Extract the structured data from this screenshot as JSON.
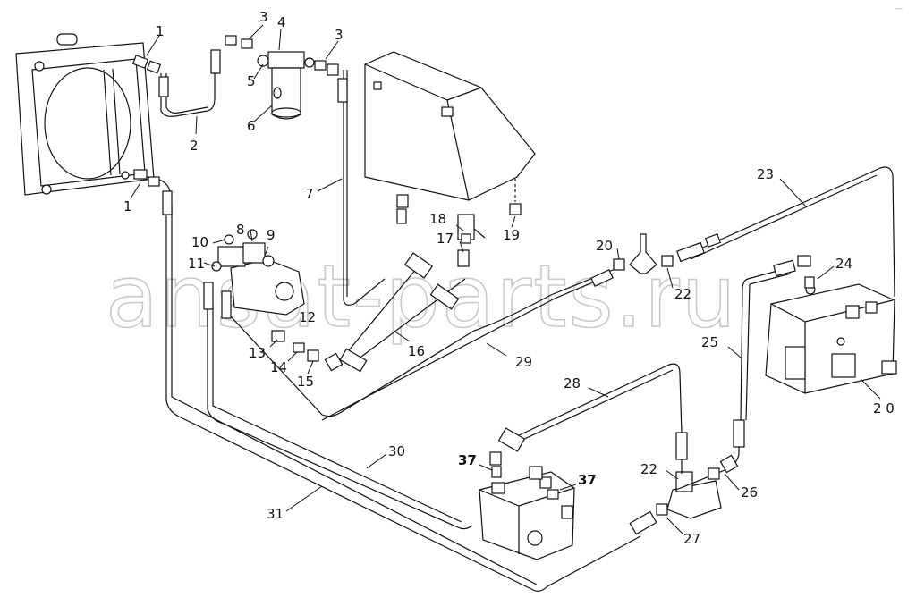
{
  "watermark": "ansat-parts.ru",
  "corner_mark": "—",
  "callouts": {
    "c1a": "1",
    "c1b": "1",
    "c2": "2",
    "c3a": "3",
    "c3b": "3",
    "c4": "4",
    "c5": "5",
    "c6": "6",
    "c7": "7",
    "c8": "8",
    "c9": "9",
    "c10": "10",
    "c11": "11",
    "c12": "12",
    "c13": "13",
    "c14": "14",
    "c15": "15",
    "c16": "16",
    "c17": "17",
    "c18": "18",
    "c19": "19",
    "c20a": "20",
    "c20b": "2 0",
    "c22a": "22",
    "c22b": "22",
    "c23": "23",
    "c24": "24",
    "c25": "25",
    "c26": "26",
    "c27": "27",
    "c28": "28",
    "c29": "29",
    "c30": "30",
    "c31": "31",
    "c37a": "37",
    "c37b": "37"
  }
}
